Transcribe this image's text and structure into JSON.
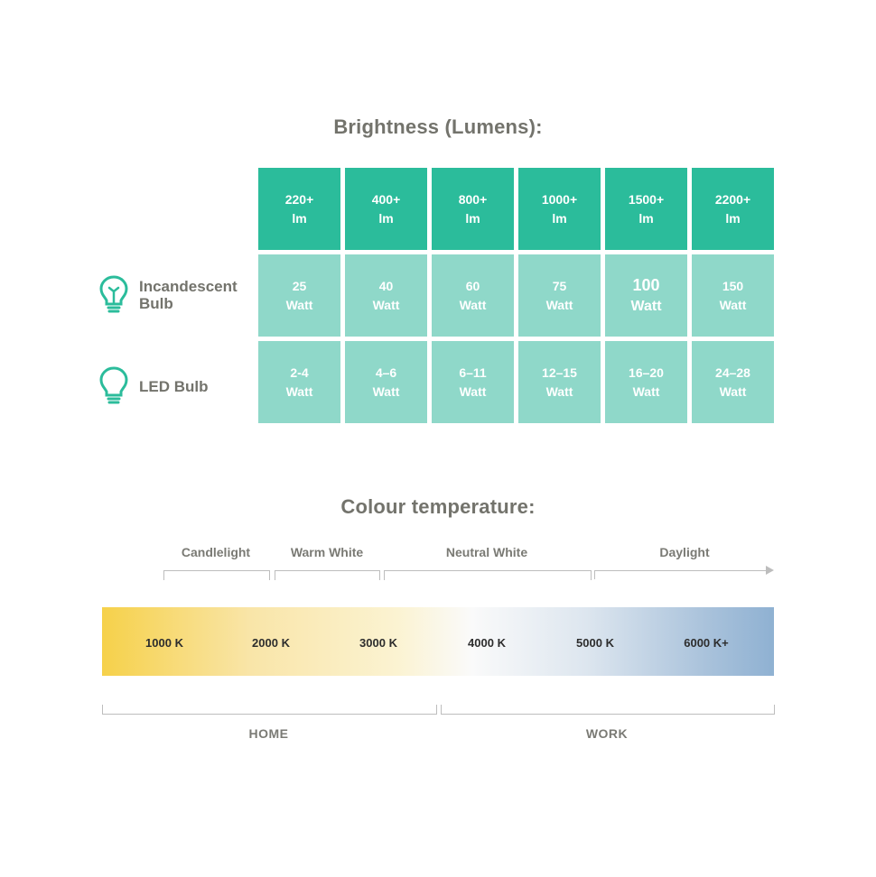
{
  "brightness": {
    "title": "Brightness (Lumens):",
    "columns": [
      {
        "value": "220+",
        "unit": "lm"
      },
      {
        "value": "400+",
        "unit": "lm"
      },
      {
        "value": "800+",
        "unit": "lm"
      },
      {
        "value": "1000+",
        "unit": "lm"
      },
      {
        "value": "1500+",
        "unit": "lm"
      },
      {
        "value": "2200+",
        "unit": "lm"
      }
    ],
    "rows": [
      {
        "label_line1": "Incandescent",
        "label_line2": "Bulb",
        "icon": "incandescent-bulb-icon",
        "cells": [
          {
            "value": "25",
            "unit": "Watt"
          },
          {
            "value": "40",
            "unit": "Watt"
          },
          {
            "value": "60",
            "unit": "Watt"
          },
          {
            "value": "75",
            "unit": "Watt"
          },
          {
            "value": "100",
            "unit": "Watt"
          },
          {
            "value": "150",
            "unit": "Watt"
          }
        ]
      },
      {
        "label_line1": "LED Bulb",
        "label_line2": "",
        "icon": "led-bulb-icon",
        "cells": [
          {
            "value": "2-4",
            "unit": "Watt"
          },
          {
            "value": "4–6",
            "unit": "Watt"
          },
          {
            "value": "6–11",
            "unit": "Watt"
          },
          {
            "value": "12–15",
            "unit": "Watt"
          },
          {
            "value": "16–20",
            "unit": "Watt"
          },
          {
            "value": "24–28",
            "unit": "Watt"
          }
        ]
      }
    ]
  },
  "colour": {
    "title": "Colour temperature:",
    "ranges": [
      "Candlelight",
      "Warm White",
      "Neutral White",
      "Daylight"
    ],
    "temps": [
      "1000 K",
      "2000 K",
      "3000 K",
      "4000 K",
      "5000 K",
      "6000 K+"
    ],
    "groups": [
      "HOME",
      "WORK"
    ]
  },
  "colors": {
    "header_teal": "#2bbc9b",
    "body_teal": "#8fd8c9",
    "warm_yellow": "#f6d14a",
    "cool_blue": "#8fb1d2"
  }
}
